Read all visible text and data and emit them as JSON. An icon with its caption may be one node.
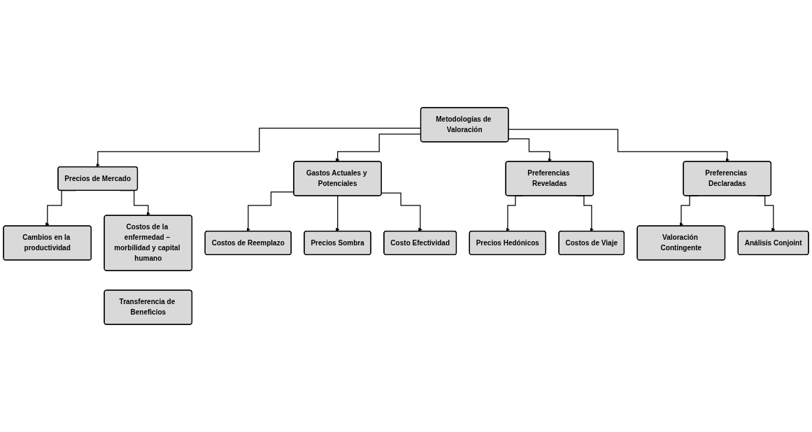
{
  "diagram": {
    "nodes": [
      {
        "text": [
          "Metodologías de Valoración"
        ]
      },
      {
        "text": [
          "Precios de Mercado"
        ]
      },
      {
        "text": [
          "Gastos Actuales y Potenciales"
        ]
      },
      {
        "text": [
          "Preferencias Reveladas"
        ]
      },
      {
        "text": [
          "Preferencias Declaradas"
        ]
      },
      {
        "text": [
          "Cambios en la productividad"
        ]
      },
      {
        "text": [
          "Costos de la enfermedad – morbilidad y capital humano"
        ]
      },
      {
        "text": [
          "Costos de Reemplazo"
        ]
      },
      {
        "text": [
          "Precios Sombra"
        ]
      },
      {
        "text": [
          "Costo Efectividad"
        ]
      },
      {
        "text": [
          "Precios Hedónicos"
        ]
      },
      {
        "text": [
          "Costos de Viaje"
        ]
      },
      {
        "text": [
          "Valoración Contingente"
        ]
      },
      {
        "text": [
          "Análisis Conjoint"
        ]
      },
      {
        "text": [
          "Transferencia de Beneficios"
        ]
      }
    ],
    "edges": [
      {
        "from": 0,
        "to": 1,
        "arrow": "to"
      },
      {
        "from": 0,
        "to": 2,
        "arrow": "to"
      },
      {
        "from": 0,
        "to": 3,
        "arrow": "to"
      },
      {
        "from": 0,
        "to": 4,
        "arrow": "to"
      },
      {
        "from": 1,
        "to": 5,
        "arrow": "to"
      },
      {
        "from": 1,
        "to": 6,
        "arrow": "to"
      },
      {
        "from": 2,
        "to": 7,
        "arrow": "to"
      },
      {
        "from": 2,
        "to": 8,
        "arrow": "to"
      },
      {
        "from": 2,
        "to": 9,
        "arrow": "to"
      },
      {
        "from": 3,
        "to": 10,
        "arrow": "to"
      },
      {
        "from": 3,
        "to": 11,
        "arrow": "to"
      },
      {
        "from": 4,
        "to": 12,
        "arrow": "to"
      },
      {
        "from": 4,
        "to": 13,
        "arrow": "to"
      }
    ]
  }
}
